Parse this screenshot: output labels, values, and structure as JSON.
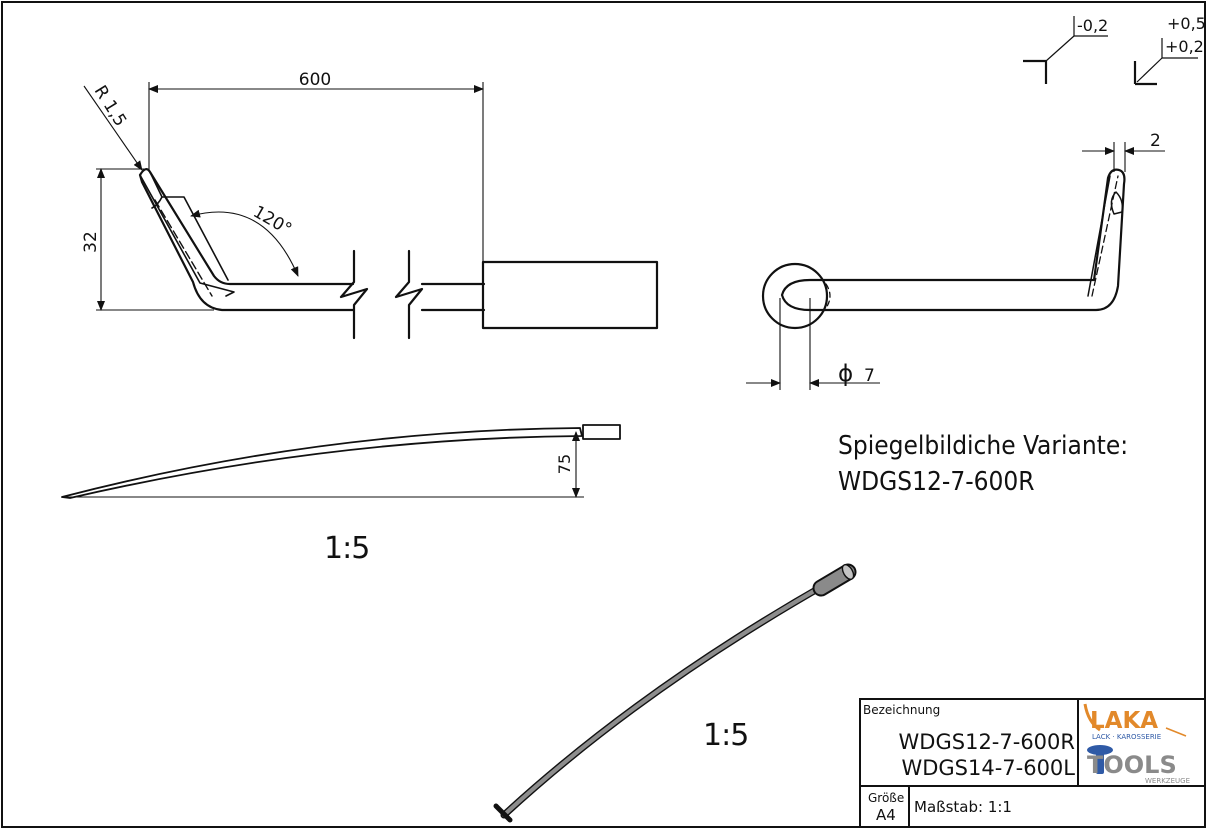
{
  "dimensions": {
    "length": "600",
    "radius": "R 1,5",
    "angle": "120°",
    "height": "32",
    "thickness": "2",
    "diameter_symbol": "ϕ",
    "diameter": "7",
    "curve_height": "75"
  },
  "tolerances": {
    "lower": "-0,2",
    "upper_a": "+0,5",
    "upper_b": "+0,2"
  },
  "notes": {
    "variant_title": "Spiegelbildiche Variante:",
    "variant_code": "WDGS12-7-600R"
  },
  "scales": {
    "view_scale": "1:5",
    "iso_scale": "1:5"
  },
  "title_block": {
    "designation_label": "Bezeichnung",
    "part_1": "WDGS12-7-600R",
    "part_2": "WDGS14-7-600L",
    "size_label": "Größe",
    "size_value": "A4",
    "scale_label": "Maßstab: 1:1"
  },
  "logo": {
    "brand_top": "LAKA",
    "brand_top_sub": "LACK · KAROSSERIE",
    "brand_bottom": "TOOLS",
    "brand_bottom_sub": "WERKZEUGE",
    "colors": {
      "orange": "#e2892a",
      "blue": "#2f5aa6"
    }
  }
}
